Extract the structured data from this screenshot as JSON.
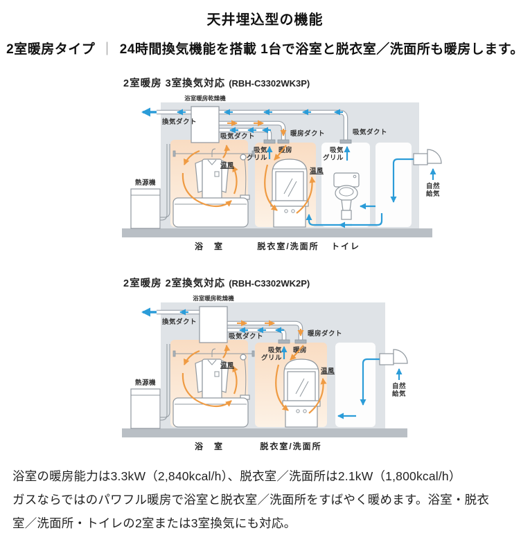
{
  "colors": {
    "accent_blue": "#2b9cd8",
    "accent_orange": "#ef9b43",
    "room_warm_top": "#fadfc8",
    "room_warm_bottom": "#fdf2e6",
    "building_grey": "#dfe3e7",
    "floor_grey": "#b9bfc5"
  },
  "header": {
    "title": "天井埋込型の機能",
    "subtitle_left": "2室暖房タイプ",
    "subtitle_separator": "｜",
    "subtitle_right": "24時間換気機能を搭載 1台で浴室と脱衣室／洗面所も暖房します。"
  },
  "diagram1": {
    "title": "2室暖房 3室換気対応",
    "model": "(RBH-C3302WK3P)",
    "labels": {
      "unit": "浴室暖房乾燥機",
      "exhaust_duct": "換気ダクト",
      "intake_duct": "吸気ダクト",
      "heating_duct": "暖房ダクト",
      "toilet_intake_duct": "吸気ダクト",
      "intake_grill_1": "吸気",
      "intake_grill_2": "グリル",
      "heating": "暖房",
      "warm_air_bath": "温風",
      "warm_air_dress": "温風",
      "toilet_grill_1": "吸気",
      "toilet_grill_2": "グリル",
      "natural_supply_1": "自然",
      "natural_supply_2": "給気",
      "heat_source": "熱源機"
    },
    "rooms": {
      "bath": "浴　室",
      "dressing": "脱衣室/洗面所",
      "toilet": "トイレ"
    }
  },
  "diagram2": {
    "title": "2室暖房 2室換気対応",
    "model": "(RBH-C3302WK2P)",
    "labels": {
      "unit": "浴室暖房乾燥機",
      "exhaust_duct": "換気ダクト",
      "intake_duct": "吸気ダクト",
      "heating_duct": "暖房ダクト",
      "intake_grill_1": "吸気",
      "intake_grill_2": "グリル",
      "heating": "暖房",
      "warm_air_bath": "温風",
      "warm_air_dress": "温風",
      "natural_supply_1": "自然",
      "natural_supply_2": "給気",
      "heat_source": "熱源機"
    },
    "rooms": {
      "bath": "浴　室",
      "dressing": "脱衣室/洗面所"
    }
  },
  "footer": {
    "text": "浴室の暖房能力は3.3kW（2,840kcal/h）、脱衣室／洗面所は2.1kW（1,800kcal/h）\nガスならではのパワフル暖房で浴室と脱衣室／洗面所をすばやく暖めます。浴室・脱衣\n室／洗面所・トイレの2室または3室換気にも対応。"
  }
}
